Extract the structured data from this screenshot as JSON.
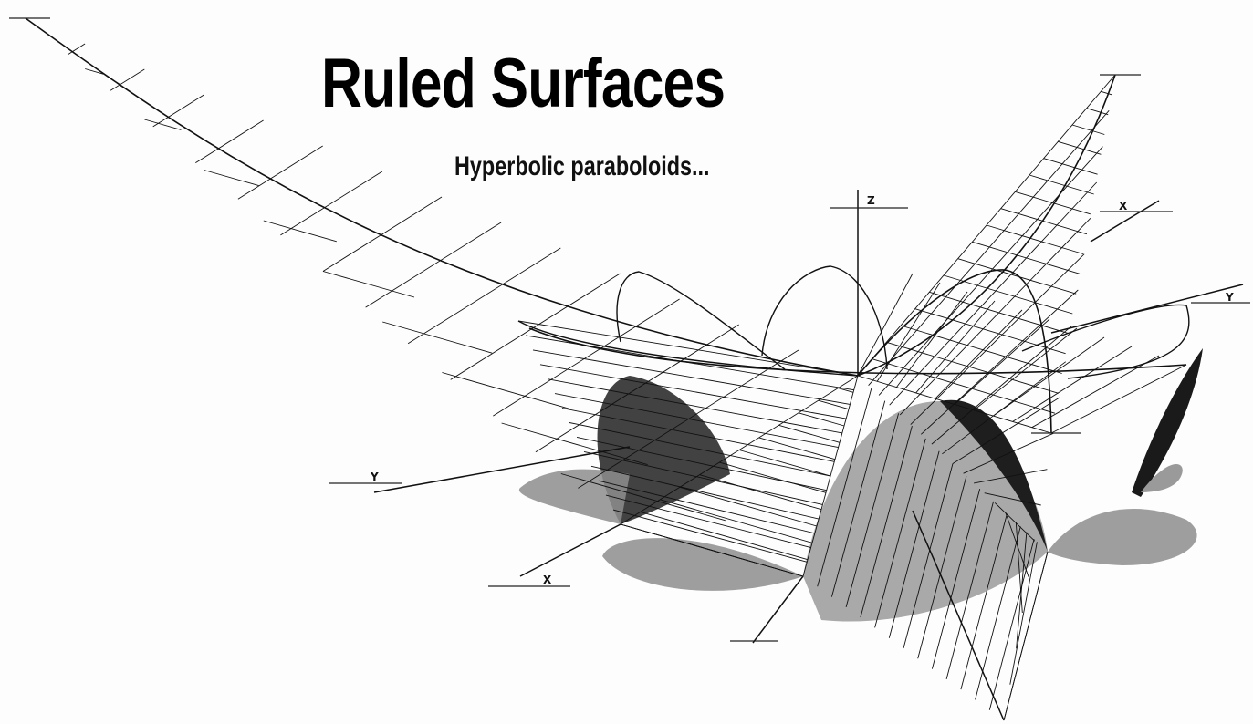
{
  "figure": {
    "title": "Ruled Surfaces",
    "subtitle": "Hyperbolic paraboloids...",
    "axis_labels": [
      "Z",
      "Y",
      "X",
      "Y",
      "X"
    ]
  },
  "colors": {
    "ink": "#111111",
    "shade_dark": "#2a2a2a",
    "shade_mid": "#8a8a8a",
    "background": "#fdfdfd"
  }
}
